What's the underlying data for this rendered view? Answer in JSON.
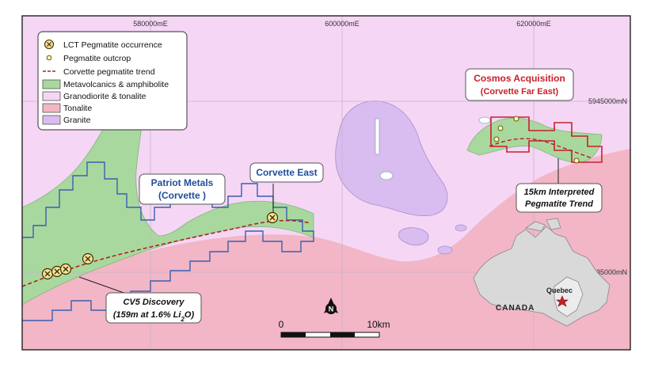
{
  "map": {
    "grid_labels": {
      "easting": [
        "580000mE",
        "600000mE",
        "620000mE"
      ],
      "northing": [
        "5945000mN",
        "5935000mN"
      ]
    },
    "legend": [
      {
        "icon": "pick-hammer-icon",
        "label": "LCT Pegmatite occurrence"
      },
      {
        "icon": "outcrop-dot-icon",
        "label": "Pegmatite outcrop"
      },
      {
        "icon": "trend-dashed-line-icon",
        "label": "Corvette pegmatite trend"
      },
      {
        "icon": "swatch",
        "color": "#a9d89e",
        "label": "Metavolcanics & amphibolite"
      },
      {
        "icon": "swatch",
        "color": "#f5d6f5",
        "label": "Granodiorite & tonalite"
      },
      {
        "icon": "swatch",
        "color": "#f2b6c6",
        "label": "Tonalite"
      },
      {
        "icon": "swatch",
        "color": "#d9bdf0",
        "label": "Granite"
      }
    ],
    "labels": {
      "patriot_line1": "Patriot Metals",
      "patriot_line2": "(Corvette )",
      "corvette_east": "Corvette East",
      "cosmos_line1": "Cosmos Acquisition",
      "cosmos_line2": "(Corvette Far East)",
      "trend_line1": "15km Interpreted",
      "trend_line2": "Pegmatite Trend",
      "cv5_line1": "CV5 Discovery",
      "cv5_line2_prefix": "(159m at 1.6% Li",
      "cv5_line2_sub": "2",
      "cv5_line2_suffix": "O)"
    },
    "north_arrow": "N",
    "scale": {
      "start": "0",
      "end": "10km"
    },
    "inset": {
      "country": "CANADA",
      "province": "Quebec"
    },
    "colors": {
      "tonalite": "#f2b6c6",
      "granodiorite": "#f5d6f5",
      "metavolcanics": "#a9d89e",
      "granite": "#d9bdf0",
      "patriot_boundary": "#3a5fb0",
      "cosmos_boundary": "#c8202a",
      "trend": "#b22222"
    }
  }
}
